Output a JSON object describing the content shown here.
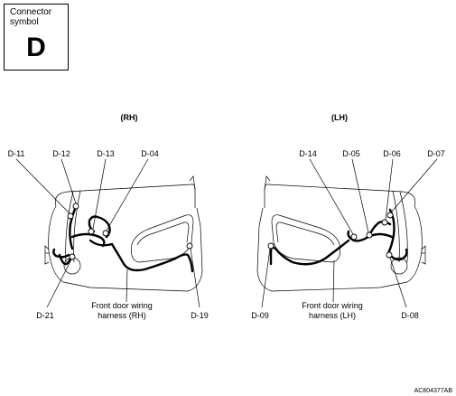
{
  "symbol": {
    "caption": "Connector symbol",
    "letter": "D"
  },
  "sides": {
    "rh": "(RH)",
    "lh": "(LH)"
  },
  "connectors": {
    "d11": "D-11",
    "d12": "D-12",
    "d13": "D-13",
    "d04": "D-04",
    "d21": "D-21",
    "d19": "D-19",
    "d14": "D-14",
    "d05": "D-05",
    "d06": "D-06",
    "d07": "D-07",
    "d09": "D-09",
    "d08": "D-08"
  },
  "harness": {
    "rh_line1": "Front door wiring",
    "rh_line2": "harness (RH)",
    "lh_line1": "Front door wiring",
    "lh_line2": "harness (LH)"
  },
  "figure_code": "AC804377AB"
}
